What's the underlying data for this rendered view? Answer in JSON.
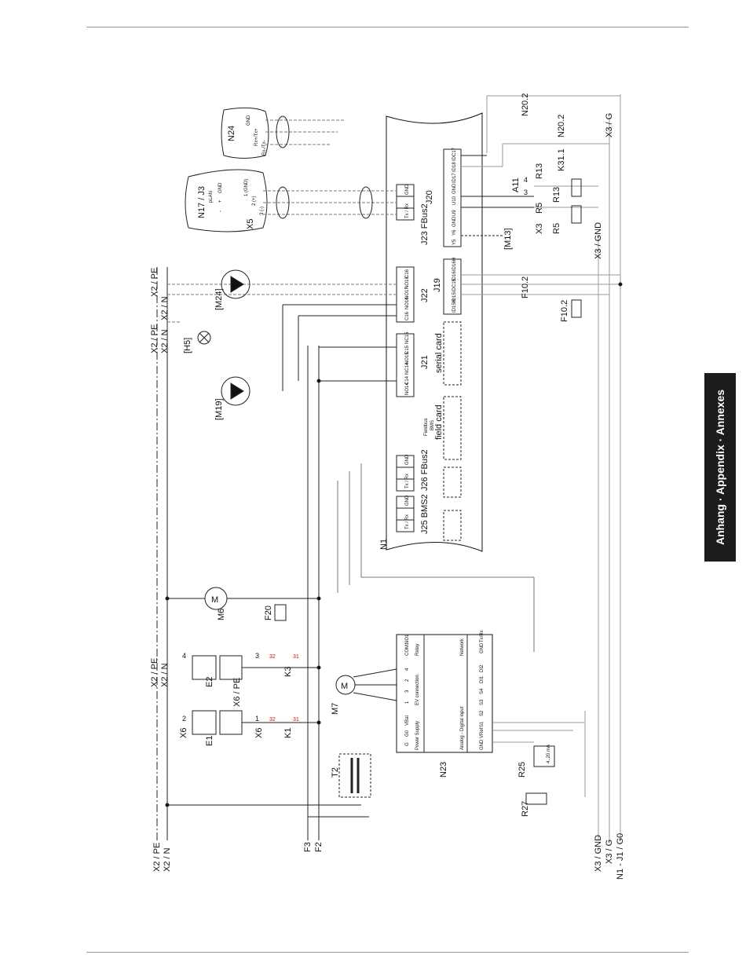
{
  "side_tab": {
    "label": "Anhang · Appendix · Annexes"
  },
  "rails_bottom": [
    "X2 / PE",
    "X2 / N",
    "F3",
    "F2",
    "X3 / GND",
    "X3 / G",
    "N1 - J1 / G0"
  ],
  "rails_top": [
    "X2 / PE",
    "X2 / N",
    "X2 / PE",
    "X2 / N",
    "X2 / PE",
    "X2 / N"
  ],
  "n1": {
    "label": "N1",
    "j23": "J23 FBus2",
    "j26": "J26 FBus2",
    "j25": "J25 BMS2",
    "j20": "J20",
    "j19": "J19",
    "j21": "J21",
    "j22": "J22",
    "serial_card": "serial card",
    "field_card": "field card",
    "fieldbus": "Fieldbus",
    "bms": "BMS",
    "txrx": "Tx / Rx",
    "gnd_small": "GND",
    "j20_pins": [
      "IDC17",
      "ID18",
      "ID17",
      "GND",
      "U10",
      "U9",
      "GND",
      "Y6",
      "Y5"
    ],
    "j19_pins": [
      "ID16H",
      "ID16",
      "IDC15",
      "ID15",
      "ID15H"
    ],
    "j22_pins": [
      "C16",
      "NO18",
      "NO17",
      "NO16",
      "C16"
    ],
    "j21_pins": [
      "NC15",
      "C15",
      "NO15",
      "NC14",
      "C14",
      "NO14"
    ]
  },
  "n23": {
    "label": "N23",
    "power_pins": [
      "G",
      "G0",
      "VBat"
    ],
    "ev_pins": [
      "1",
      "3",
      "2",
      "4"
    ],
    "input_pins": [
      "GND",
      "VRef",
      "S1",
      "S2",
      "S3",
      "S4",
      "DI1",
      "DI2"
    ],
    "relay_pins": [
      "COM1",
      "NO1"
    ],
    "network_pins": [
      "GND",
      "Tx/Rx"
    ],
    "power_supply": "Power Supply",
    "ev_connection": "EV connection",
    "analog_digital": "Analog - Digital input",
    "relay": "Relay",
    "network": "Network"
  },
  "labels": {
    "n17": "N17 / J3",
    "plan": "pLAN",
    "n17_pins": [
      "GND",
      "+",
      "-"
    ],
    "n17_wires": [
      "1 (GND)",
      "2 (+)",
      "3 (-)"
    ],
    "x5": "X5",
    "n24": "N24",
    "n24_pins": [
      "GND",
      "Rx+/Tx+",
      "Rx-/Tx-"
    ],
    "m24": "[M24]",
    "h5": "[H5]",
    "m19": "[M19]",
    "m6": "M6",
    "f20": "F20",
    "e1": "E1",
    "e2": "E2",
    "k1": "K1",
    "k3": "K3",
    "x6_pe": "X6 / PE",
    "x6_a": "X6",
    "x6_b": "X6",
    "m7": "M7",
    "t2": "T2",
    "r25": "R25",
    "r27": "R27",
    "k31": "K31.1",
    "n20": "N20.2",
    "n20_top": "N20.2",
    "r13": "R13",
    "r13b": "R13",
    "r5": "R5",
    "r5b": "R5",
    "a11": "A11",
    "x3": "X3",
    "m13": "[M13]",
    "f102": "F10.2",
    "f102_top": "F10.2",
    "x3_g": "X3 / G",
    "x3_gnd": "X3 / GND",
    "nums": [
      "4",
      "3",
      "2",
      "1"
    ],
    "red_nums": [
      "32",
      "31",
      "32",
      "31"
    ],
    "pin_nums": [
      "3",
      "4"
    ],
    "r25_val": "4..20 mA",
    "m_letter": "M"
  }
}
